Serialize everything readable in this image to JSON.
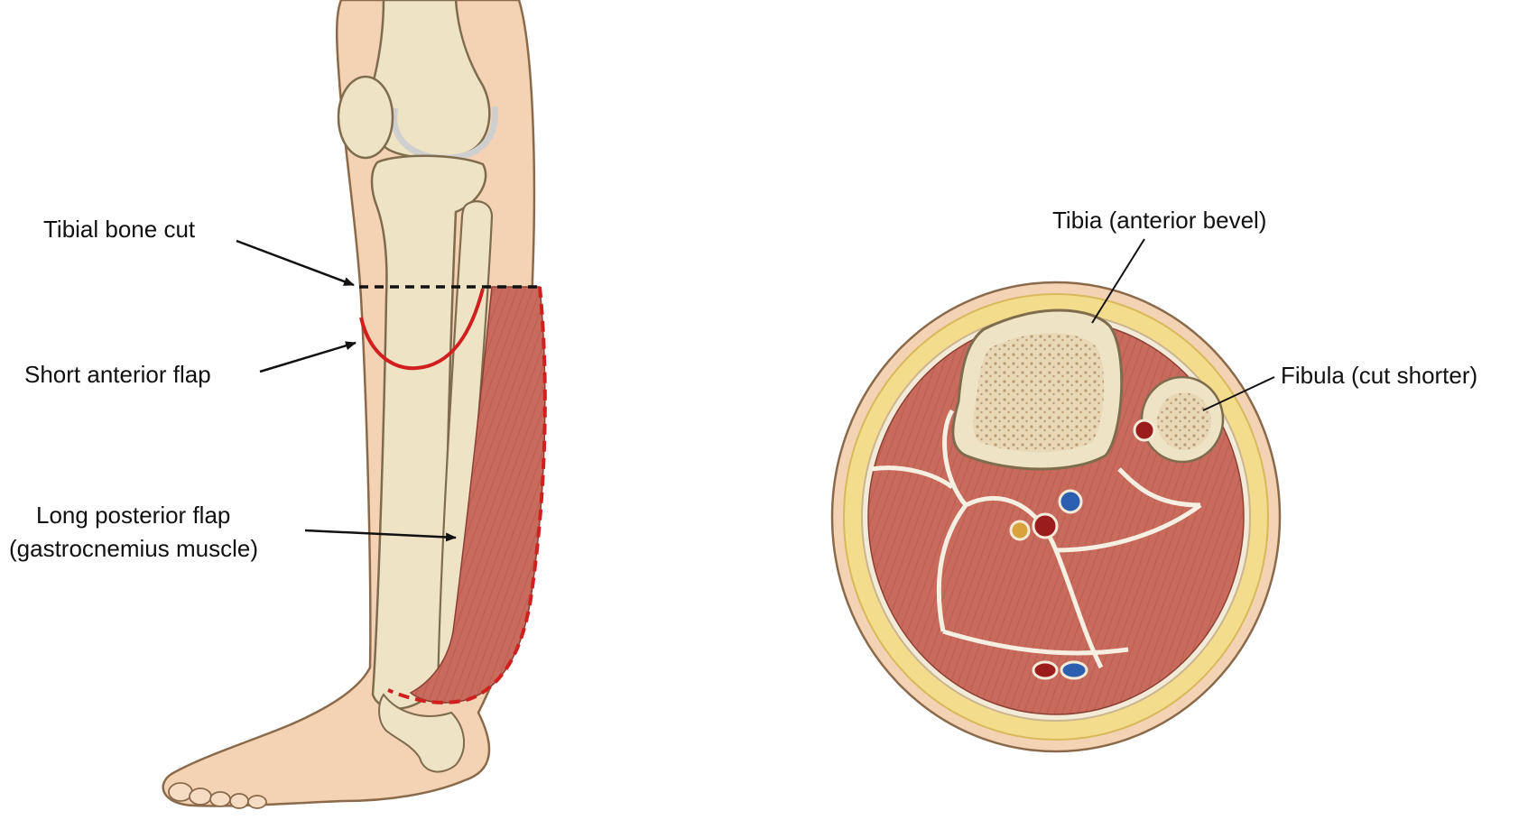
{
  "labels": {
    "tibial_cut": "Tibial bone cut",
    "short_flap": "Short anterior flap",
    "long_flap_line1": "Long posterior flap",
    "long_flap_line2": "(gastrocnemius muscle)",
    "tibia": "Tibia (anterior bevel)",
    "fibula": "Fibula (cut shorter)"
  },
  "colors": {
    "skin": "#f3d3b3",
    "skin_outline": "#8a6a4a",
    "bone": "#efe3c6",
    "bone_outline": "#7e6c4c",
    "muscle": "#c86a5c",
    "muscle_outline": "#8c4034",
    "fat": "#f3dc8c",
    "cut_line": "#111111",
    "flap_line": "#d11f1f",
    "artery": "#9b1c1c",
    "vein": "#2d5fb0",
    "nerve": "#d9a23a",
    "marrow": "#c9ae8a"
  },
  "icons": {
    "leg": "leg-illustration",
    "cross_section": "cross-section-illustration"
  }
}
